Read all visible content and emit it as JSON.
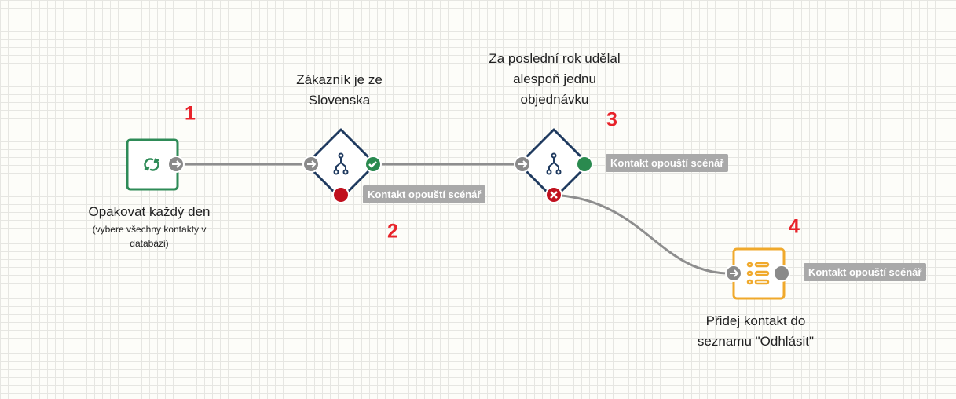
{
  "nodes": [
    {
      "number": "1",
      "title": "Opakovat každý den",
      "subtitle": [
        "(vybere všechny kontakty v",
        "databázi)"
      ],
      "icon": "repeat-icon",
      "color": "#2e8b57"
    },
    {
      "number": "2",
      "title": [
        "Zákazník je ze",
        "Slovenska"
      ],
      "icon": "split-icon",
      "color": "#1f3a5f"
    },
    {
      "number": "3",
      "title": [
        "Za poslední rok udělal",
        "alespoň jednu",
        "objednávku"
      ],
      "icon": "split-icon",
      "color": "#1f3a5f"
    },
    {
      "number": "4",
      "title": [
        "Přidej kontakt do",
        "seznamu \"Odhlásit\""
      ],
      "icon": "list-icon",
      "color": "#f0a92c"
    }
  ],
  "exit_label": "Kontakt opouští scénář",
  "colors": {
    "yes": "#2a8a4f",
    "no": "#c0111f",
    "port": "#8a8a8a",
    "edge": "#8e8e8e",
    "number": "#e8232a"
  }
}
